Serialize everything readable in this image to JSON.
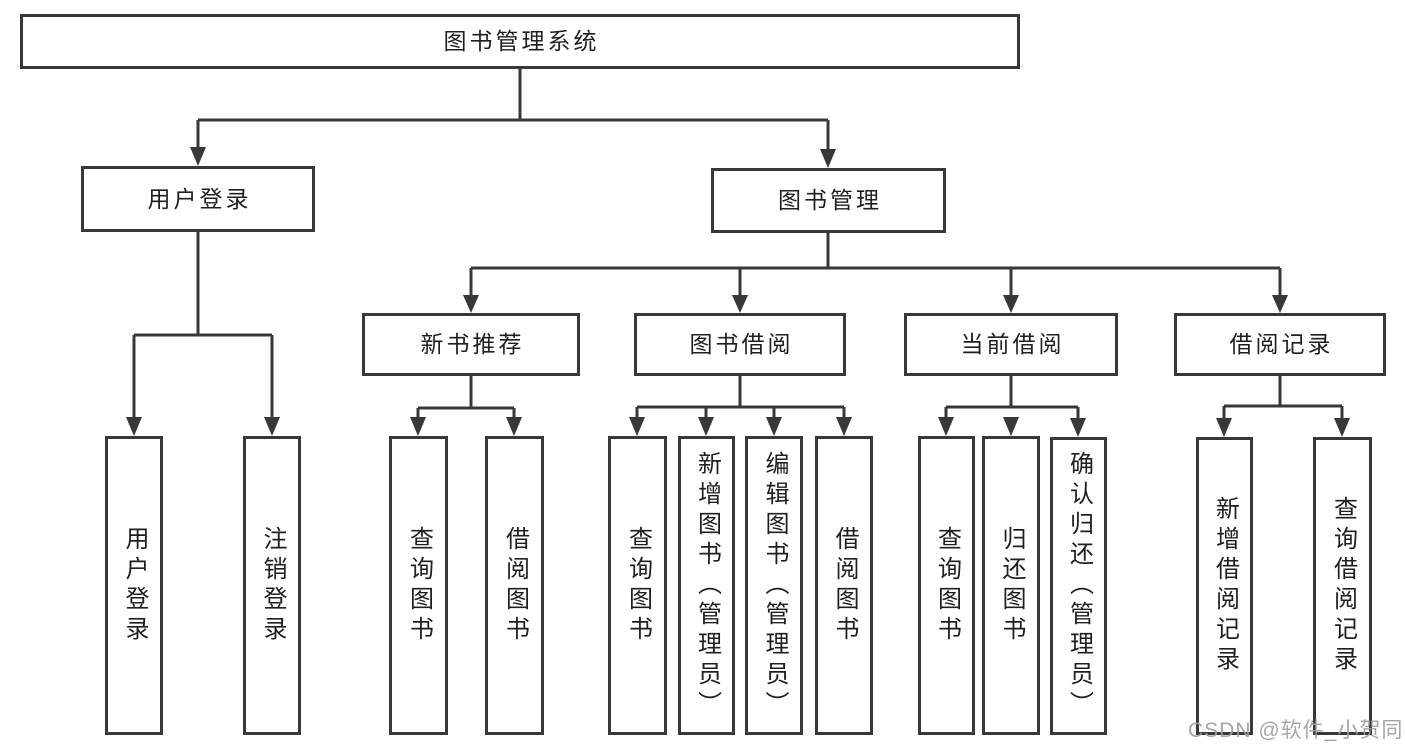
{
  "tree": {
    "label": "图书管理系统",
    "children": [
      {
        "label": "用户登录",
        "children": [
          {
            "label": "用户登录"
          },
          {
            "label": "注销登录"
          }
        ]
      },
      {
        "label": "图书管理",
        "children": [
          {
            "label": "新书推荐",
            "children": [
              {
                "label": "查询图书"
              },
              {
                "label": "借阅图书"
              }
            ]
          },
          {
            "label": "图书借阅",
            "children": [
              {
                "label": "查询图书"
              },
              {
                "label": "新增图书（管理员）"
              },
              {
                "label": "编辑图书（管理员）"
              },
              {
                "label": "借阅图书"
              }
            ]
          },
          {
            "label": "当前借阅",
            "children": [
              {
                "label": "查询图书"
              },
              {
                "label": "归还图书"
              },
              {
                "label": "确认归还（管理员）"
              }
            ]
          },
          {
            "label": "借阅记录",
            "children": [
              {
                "label": "新增借阅记录"
              },
              {
                "label": "查询借阅记录"
              }
            ]
          }
        ]
      }
    ]
  },
  "watermark": {
    "text": "CSDN @软件_小贺同学"
  },
  "colors": {
    "line": "#383838",
    "box_border": "#383838",
    "text": "#1f1f1f",
    "background": "#ffffff",
    "watermark": "#9e9e9e"
  }
}
